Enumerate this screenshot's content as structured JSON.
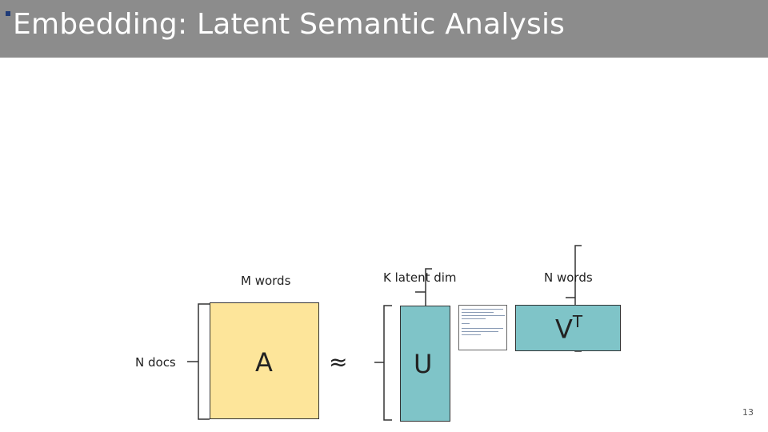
{
  "slide": {
    "title": "Embedding: Latent Semantic Analysis",
    "page_number": "13"
  },
  "diagram": {
    "labels": {
      "m_words": "M words",
      "n_docs": "N docs",
      "k_latent_dim": "K latent dim",
      "n_words": "N words"
    },
    "matrices": {
      "a": "A",
      "u": "U",
      "v_transpose_base": "V",
      "v_transpose_sup": "T"
    },
    "approx_symbol": "≈",
    "colors": {
      "matrix_a": "#fde59a",
      "matrix_u_v": "#7fc4c8",
      "title_bar": "#8c8c8c"
    }
  }
}
